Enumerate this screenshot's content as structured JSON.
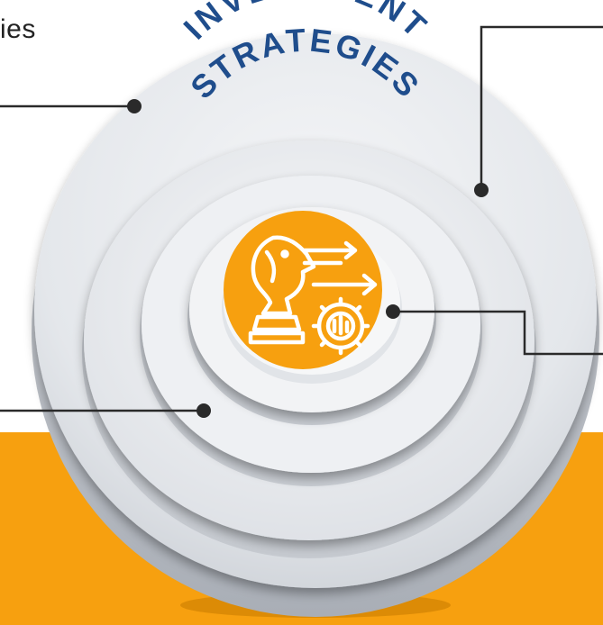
{
  "title_arc": {
    "line1": "INVESTMENT",
    "line2": "STRATEGIES"
  },
  "callouts": {
    "top_left_partial_text": "ies"
  },
  "colors": {
    "orange": "#F7A00F",
    "title_blue": "#1F4D8C",
    "disc_light": "#ECEEF1",
    "disc_mid": "#DADDE2",
    "disc_shadow": "#B9BDC4",
    "leader_line": "#2A2A2A",
    "icon_stroke": "#FFFFFF"
  },
  "icons": {
    "center": "chess-knight-gear-arrows-icon"
  }
}
